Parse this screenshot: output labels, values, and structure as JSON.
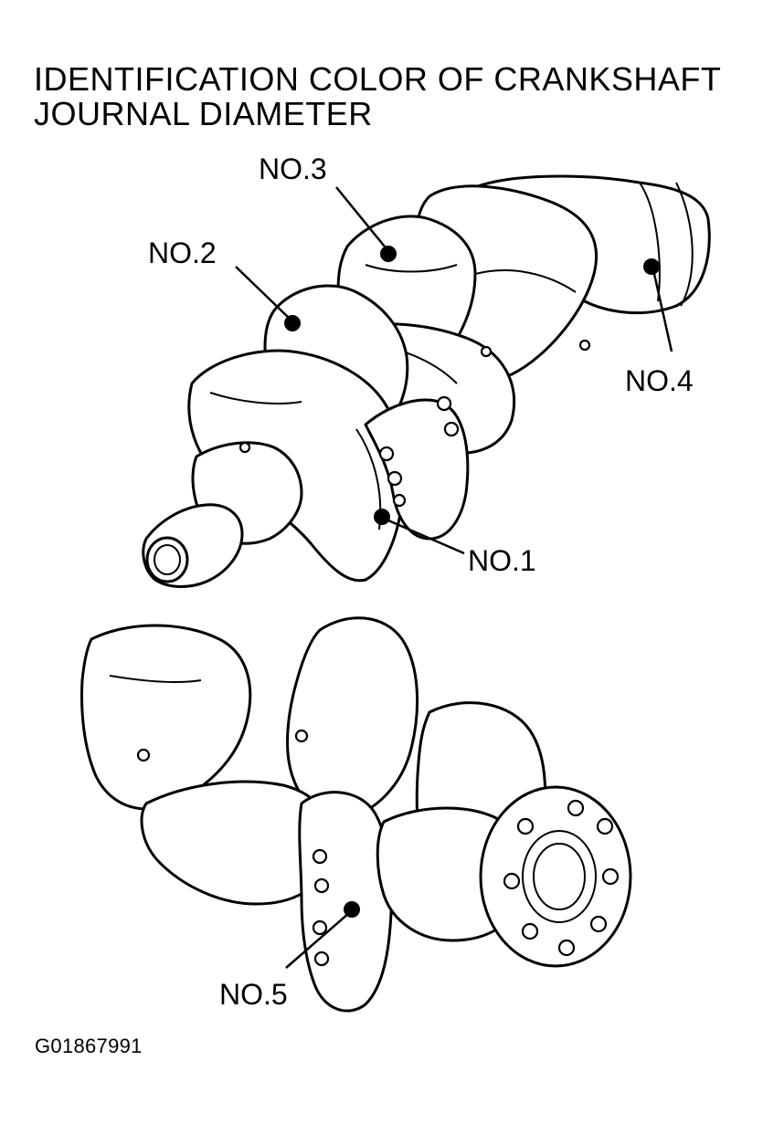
{
  "title": {
    "line1": "IDENTIFICATION COLOR OF CRANKSHAFT",
    "line2": "JOURNAL DIAMETER"
  },
  "labels": {
    "no1": "NO.1",
    "no2": "NO.2",
    "no3": "NO.3",
    "no4": "NO.4",
    "no5": "NO.5"
  },
  "figure_id": "G01867991"
}
